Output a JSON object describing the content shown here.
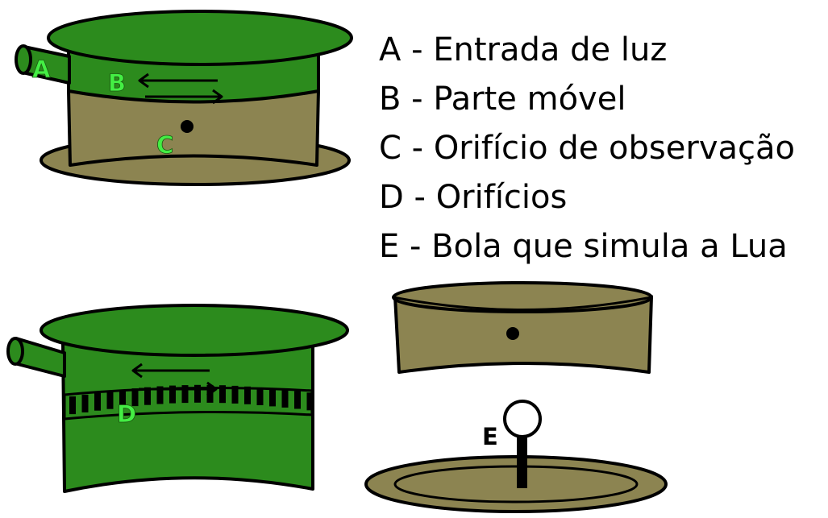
{
  "legend": [
    {
      "key": "A",
      "sep": " - ",
      "text": "Entrada de luz"
    },
    {
      "key": "B",
      "sep": " - ",
      "text": "Parte móvel"
    },
    {
      "key": "C",
      "sep": " - ",
      "text": "Orifício de observação"
    },
    {
      "key": "D",
      "sep": " - ",
      "text": "Orifícios"
    },
    {
      "key": "E",
      "sep": " - ",
      "text": "Bola que simula a Lua"
    }
  ],
  "labels": {
    "a": "A",
    "b": "B",
    "c": "C",
    "d": "D",
    "e": "E"
  },
  "colors": {
    "dark_green": "#2c8b1d",
    "olive": "#8c8451",
    "label_green": "#44ee44",
    "outline": "#000000",
    "ball": "#ffffff"
  }
}
